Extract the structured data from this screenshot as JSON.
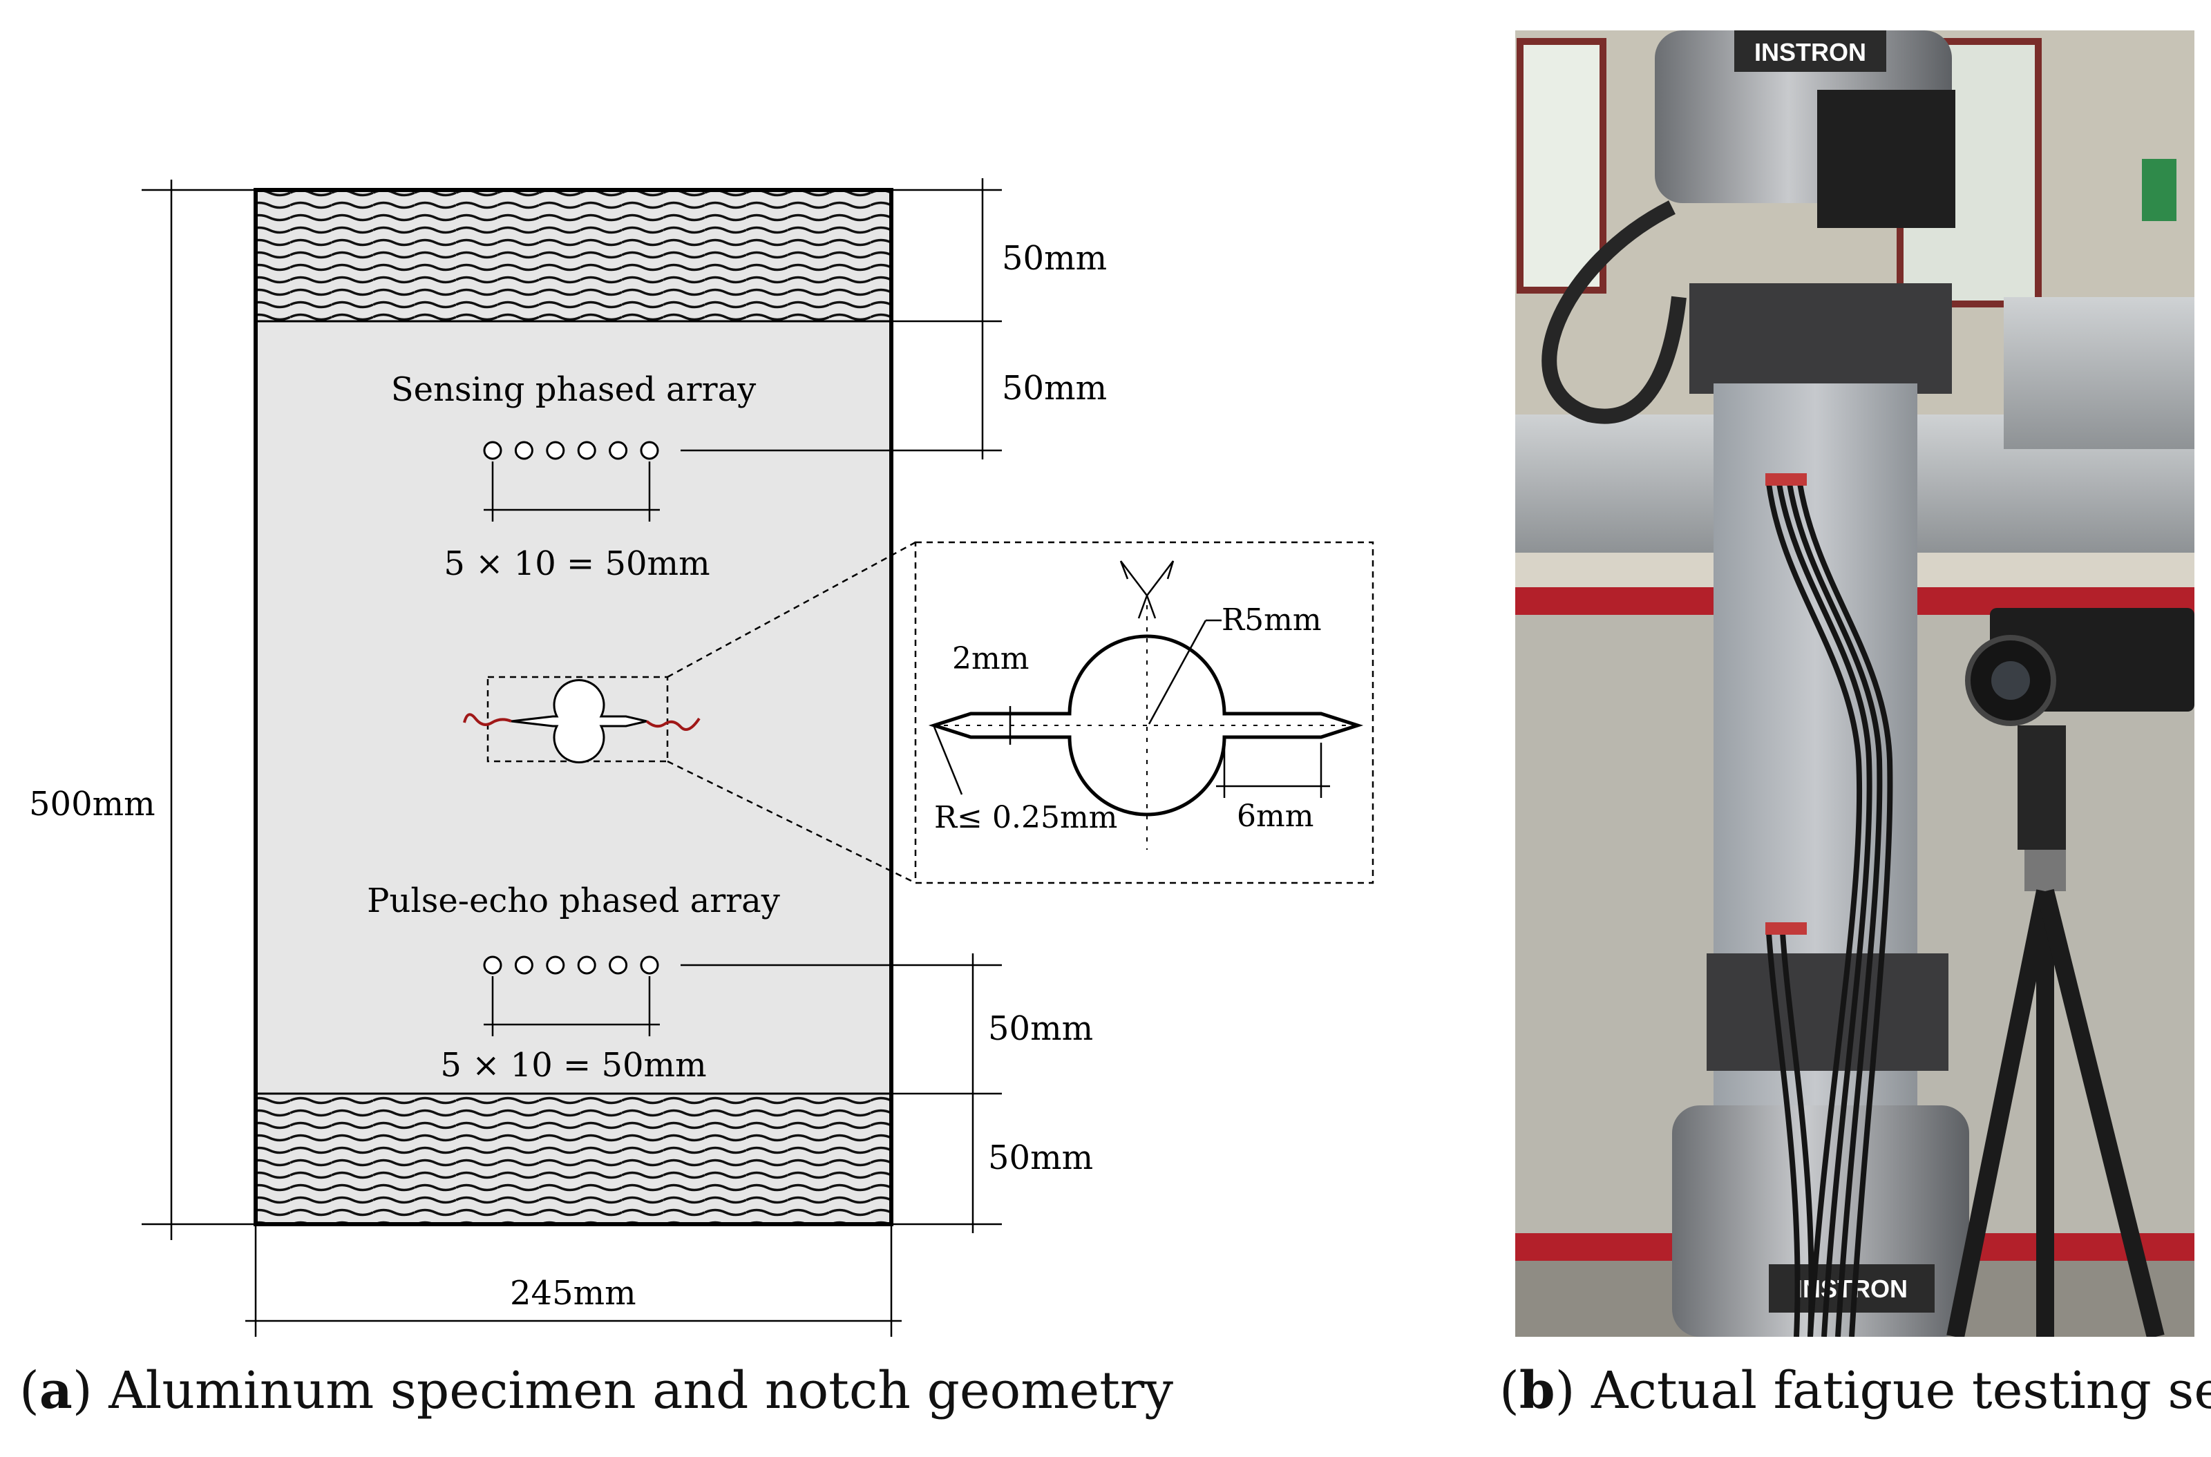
{
  "panel_a": {
    "dims": {
      "top_grip": "50mm",
      "top_gap": "50mm",
      "bottom_gap": "50mm",
      "bottom_grip": "50mm",
      "height": "500mm",
      "width": "245mm"
    },
    "sensing_array": {
      "title": "Sensing phased array",
      "spacing": "5 × 10 = 50mm",
      "sensor_count": 6
    },
    "pulse_echo_array": {
      "title": "Pulse-echo phased array",
      "spacing": "5 × 10 = 50mm",
      "sensor_count": 6
    },
    "notch_detail": {
      "radius": "R5mm",
      "slot_width": "2mm",
      "tip_radius": "R≤ 0.25mm",
      "slot_length": "6mm"
    },
    "caption": {
      "letter": "a",
      "text": "Aluminum specimen and notch geometry"
    }
  },
  "panel_b": {
    "brand_text": "INSTRON",
    "caption": {
      "letter": "b",
      "text": "Actual fatigue testing setup"
    }
  },
  "colors": {
    "plate_fill": "#e6e6e6",
    "crack": "#a01818",
    "photo_machine": "#8f8f8f",
    "photo_frame": "#b3202a"
  }
}
